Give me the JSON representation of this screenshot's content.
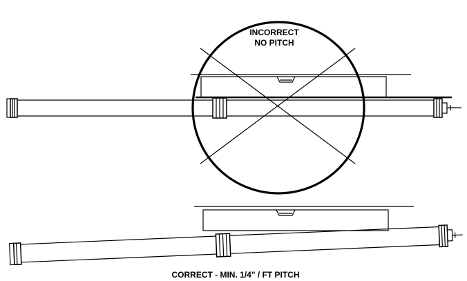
{
  "incorrect": {
    "line1": "INCORRECT",
    "line2": "NO PITCH"
  },
  "correct": {
    "caption": "CORRECT - MIN. 1/4\" / FT PITCH"
  },
  "colors": {
    "stroke": "#000000",
    "background": "#ffffff"
  }
}
